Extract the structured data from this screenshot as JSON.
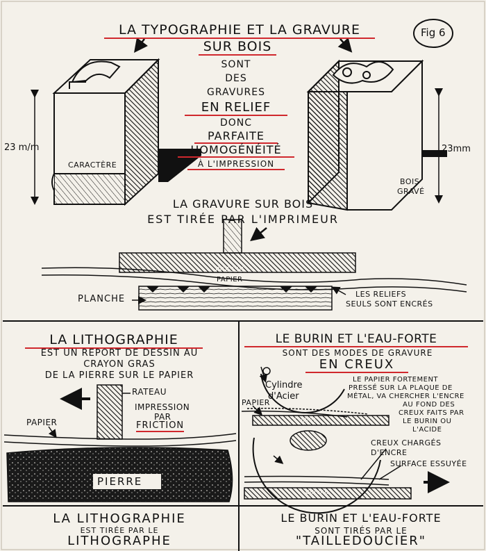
{
  "figure_label": "Fig 6",
  "top": {
    "title_line1": "LA TYPOGRAPHIE ET LA GRAVURE",
    "title_line2": "SUR BOIS",
    "center_lines": [
      "SONT",
      "DES",
      "GRAVURES",
      "EN RELIEF",
      "DONC",
      "PARFAITE",
      "HOMOGÉNÉITÉ",
      "À L'IMPRESSION"
    ],
    "left_block": {
      "label": "CARACTÈRE",
      "dimension": "23 m/m"
    },
    "right_block": {
      "label_line1": "BOIS",
      "label_line2": "GRAVÉ",
      "dimension": "23mm"
    }
  },
  "press": {
    "heading_line1": "LA GRAVURE SUR BOIS",
    "heading_line2": "EST TIRÉE PAR L'IMPRIMEUR",
    "presse": "PRESSE",
    "papier": "PAPIER",
    "planche": "PLANCHE",
    "note_line1": "LES RELIEFS",
    "note_line2": "SEULS SONT ENCRÉS"
  },
  "litho": {
    "title": "LA LITHOGRAPHIE",
    "desc_line1": "EST UN REPORT DE DESSIN AU",
    "desc_line2": "CRAYON GRAS",
    "desc_line3": "DE LA PIERRE SUR LE PAPIER",
    "rateau": "RATEAU",
    "impression": "IMPRESSION",
    "par": "PAR",
    "friction": "FRICTION",
    "papier": "PAPIER",
    "pierre": "PIERRE",
    "bottom_line1": "LA LITHOGRAPHIE",
    "bottom_line2": "EST TIRÉE PAR LE",
    "bottom_line3": "LITHOGRAPHE"
  },
  "burin": {
    "title": "LE BURIN ET L'EAU-FORTE",
    "desc_line1": "SONT DES MODES DE GRAVURE",
    "desc_line2": "EN CREUX",
    "cylinder_line1": "Cylindre",
    "cylinder_line2": "d'Acier",
    "note_lines": [
      "LE PAPIER FORTEMENT",
      "PRESSÉ SUR LA PLAQUE DE",
      "MÉTAL, VA CHERCHER L'ENCRE",
      "AU FOND DES",
      "CREUX FAITS PAR",
      "LE BURIN OU",
      "L'ACIDE"
    ],
    "papier": "PAPIER",
    "cuivre1": "CUIVRE",
    "creux_line1": "CREUX CHARGÉS",
    "creux_line2": "D'ENCRE",
    "surface": "SURFACE ESSUYÉE",
    "cuivre2": "CUIVRE",
    "bottom_line1": "LE BURIN ET L'EAU-FORTE",
    "bottom_line2": "SONT TIRÉS PAR LE",
    "bottom_line3": "\"TAILLEDOUCIER\""
  }
}
